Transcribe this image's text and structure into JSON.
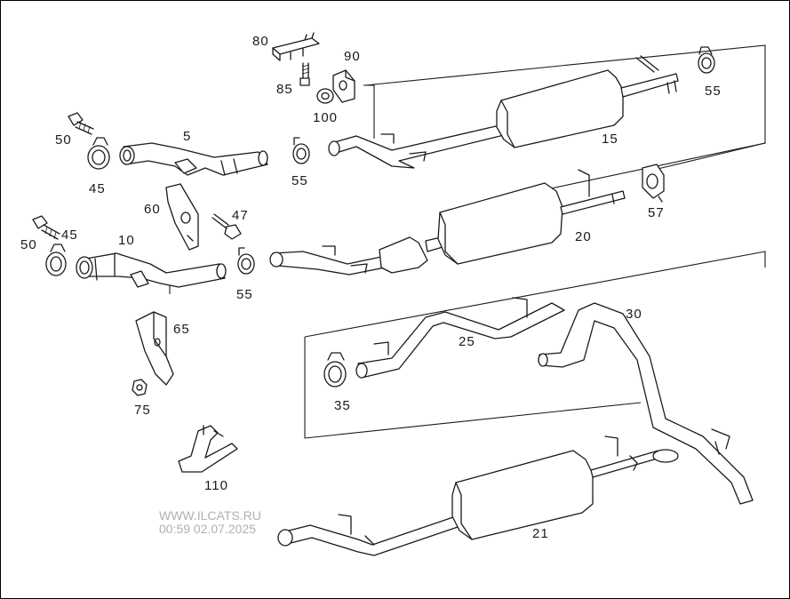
{
  "diagram": {
    "part_labels": {
      "p80": "80",
      "p90": "90",
      "p85": "85",
      "p100": "100",
      "p55a": "55",
      "p50a": "50",
      "p5": "5",
      "p45a": "45",
      "p55b": "55",
      "p15": "15",
      "p57": "57",
      "p60": "60",
      "p47": "47",
      "p50b": "50",
      "p45b": "45",
      "p10": "10",
      "p20": "20",
      "p55c": "55",
      "p65": "65",
      "p30": "30",
      "p25": "25",
      "p35": "35",
      "p75": "75",
      "p110": "110",
      "p21": "21"
    }
  },
  "watermark": {
    "site": "WWW.ILCATS.RU",
    "timestamp": "00:59 02.07.2025"
  },
  "colors": {
    "line": "#1a1a1a",
    "background": "#ffffff",
    "watermark": "#b0b0b0"
  }
}
